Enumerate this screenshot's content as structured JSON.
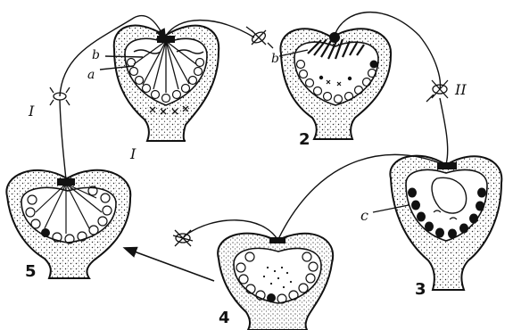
{
  "labels": {
    "b": "b",
    "a": "a",
    "c": "c",
    "I_upper": "I",
    "II_upper": "II",
    "I_roman": "I",
    "num_2": "2",
    "num_3": "3",
    "num_4": "4",
    "num_5": "5"
  },
  "colors": {
    "ink": "#111111",
    "paper": "#ffffff"
  }
}
